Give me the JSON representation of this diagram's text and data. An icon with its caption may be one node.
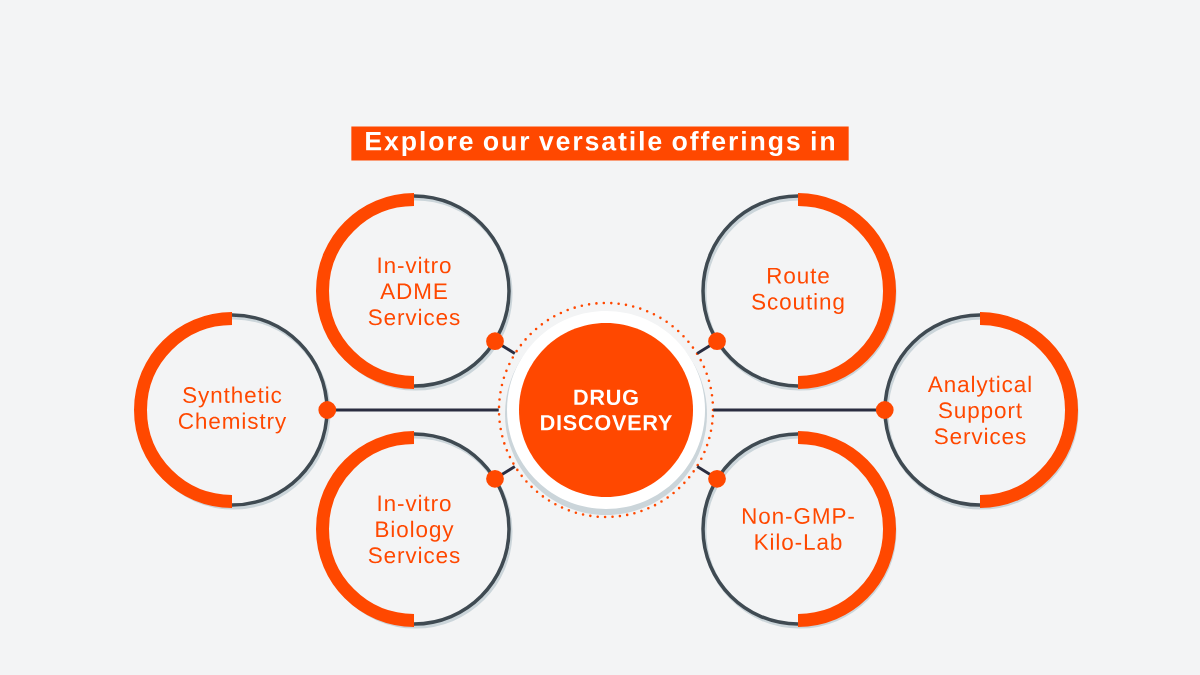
{
  "diagram": {
    "title": "Explore our versatile offerings in",
    "nodes": [
      {
        "text": [
          "In-vitro ADME Services"
        ]
      },
      {
        "text": [
          "Route Scouting"
        ]
      },
      {
        "text": [
          "Synthetic Chemistry"
        ]
      },
      {
        "text": [
          "DRUG DISCOVERY"
        ]
      },
      {
        "text": [
          "Analytical Support Services"
        ]
      },
      {
        "text": [
          "In-vitro Biology Services"
        ]
      },
      {
        "text": [
          "Non-GMP- Kilo-Lab"
        ]
      }
    ],
    "edges": [
      {
        "from": 3,
        "to": 0,
        "arrow": "other"
      },
      {
        "from": 3,
        "to": 1,
        "arrow": "other"
      },
      {
        "from": 3,
        "to": 2,
        "arrow": "other"
      },
      {
        "from": 3,
        "to": 4,
        "arrow": "other"
      },
      {
        "from": 3,
        "to": 5,
        "arrow": "other"
      },
      {
        "from": 3,
        "to": 6,
        "arrow": "other"
      }
    ]
  }
}
